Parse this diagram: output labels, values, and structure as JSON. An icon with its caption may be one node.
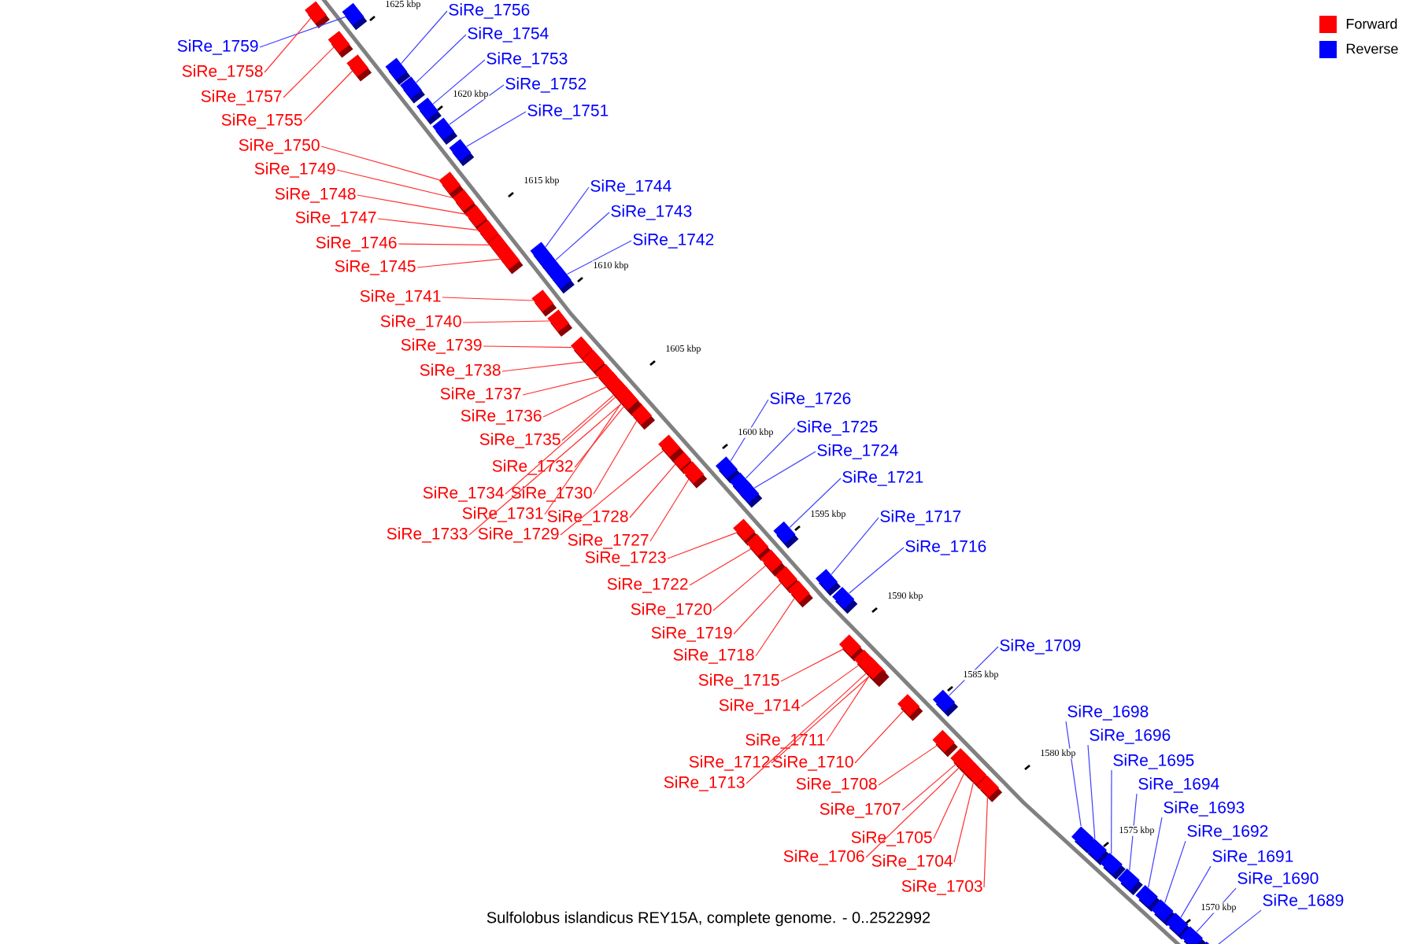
{
  "diagram": {
    "caption": "Sulfolobus islandicus REY15A, complete genome. - 0..2522992",
    "nodes": [
      {
        "text": [
          "SiRe_1756"
        ]
      },
      {
        "text": [
          "SiRe_1754"
        ]
      },
      {
        "text": [
          "SiRe_1759"
        ]
      },
      {
        "text": [
          "SiRe_1753"
        ]
      },
      {
        "text": [
          "SiRe_1758"
        ]
      },
      {
        "text": [
          "SiRe_1752"
        ]
      },
      {
        "text": [
          "SiRe_1757"
        ]
      },
      {
        "text": [
          "SiRe_1751"
        ]
      },
      {
        "text": [
          "SiRe_1755"
        ]
      },
      {
        "text": [
          "SiRe_1750"
        ]
      },
      {
        "text": [
          "SiRe_1749"
        ]
      },
      {
        "text": [
          "SiRe_1744"
        ]
      },
      {
        "text": [
          "SiRe_1748"
        ]
      },
      {
        "text": [
          "SiRe_1743"
        ]
      },
      {
        "text": [
          "SiRe_1747"
        ]
      },
      {
        "text": [
          "SiRe_1742"
        ]
      },
      {
        "text": [
          "SiRe_1746"
        ]
      },
      {
        "text": [
          "SiRe_1745"
        ]
      },
      {
        "text": [
          "SiRe_1741"
        ]
      },
      {
        "text": [
          "SiRe_1740"
        ]
      },
      {
        "text": [
          "SiRe_1739"
        ]
      },
      {
        "text": [
          "SiRe_1738"
        ]
      },
      {
        "text": [
          "SiRe_1737"
        ]
      },
      {
        "text": [
          "SiRe_1726"
        ]
      },
      {
        "text": [
          "SiRe_1736"
        ]
      },
      {
        "text": [
          "SiRe_1725"
        ]
      },
      {
        "text": [
          "SiRe_1735"
        ]
      },
      {
        "text": [
          "SiRe_1724"
        ]
      },
      {
        "text": [
          "SiRe_1732"
        ]
      },
      {
        "text": [
          "SiRe_1721"
        ]
      },
      {
        "text": [
          "SiRe_1734"
        ]
      },
      {
        "text": [
          "SiRe_1730"
        ]
      },
      {
        "text": [
          "SiRe_1731"
        ]
      },
      {
        "text": [
          "SiRe_1728"
        ]
      },
      {
        "text": [
          "SiRe_1717"
        ]
      },
      {
        "text": [
          "SiRe_1733"
        ]
      },
      {
        "text": [
          "SiRe_1729"
        ]
      },
      {
        "text": [
          "SiRe_1727"
        ]
      },
      {
        "text": [
          "SiRe_1716"
        ]
      },
      {
        "text": [
          "SiRe_1723"
        ]
      },
      {
        "text": [
          "SiRe_1722"
        ]
      },
      {
        "text": [
          "SiRe_1720"
        ]
      },
      {
        "text": [
          "SiRe_1719"
        ]
      },
      {
        "text": [
          "SiRe_1709"
        ]
      },
      {
        "text": [
          "SiRe_1718"
        ]
      },
      {
        "text": [
          "SiRe_1715"
        ]
      },
      {
        "text": [
          "SiRe_1714"
        ]
      },
      {
        "text": [
          "SiRe_1698"
        ]
      },
      {
        "text": [
          "SiRe_1696"
        ]
      },
      {
        "text": [
          "SiRe_1711"
        ]
      },
      {
        "text": [
          "SiRe_1695"
        ]
      },
      {
        "text": [
          "SiRe_1712"
        ]
      },
      {
        "text": [
          "SiRe_1710"
        ]
      },
      {
        "text": [
          "SiRe_1713"
        ]
      },
      {
        "text": [
          "SiRe_1694"
        ]
      },
      {
        "text": [
          "SiRe_1708"
        ]
      },
      {
        "text": [
          "SiRe_1693"
        ]
      },
      {
        "text": [
          "SiRe_1707"
        ]
      },
      {
        "text": [
          "SiRe_1692"
        ]
      },
      {
        "text": [
          "SiRe_1705"
        ]
      },
      {
        "text": [
          "SiRe_1706"
        ]
      },
      {
        "text": [
          "SiRe_1691"
        ]
      },
      {
        "text": [
          "SiRe_1704"
        ]
      },
      {
        "text": [
          "SiRe_1690"
        ]
      },
      {
        "text": [
          "SiRe_1703"
        ]
      },
      {
        "text": [
          "SiRe_1689"
        ]
      },
      {
        "text": [],
        "shape": "box"
      },
      {
        "text": [],
        "shape": "box"
      },
      {
        "text": [],
        "shape": "box"
      },
      {
        "text": [],
        "shape": "box"
      },
      {
        "text": [],
        "shape": "box"
      },
      {
        "text": [],
        "shape": "box"
      },
      {
        "text": [],
        "shape": "box"
      },
      {
        "text": [],
        "shape": "box"
      },
      {
        "text": [],
        "shape": "box"
      },
      {
        "text": [],
        "shape": "box"
      },
      {
        "text": [],
        "shape": "box"
      },
      {
        "text": [],
        "shape": "box"
      },
      {
        "text": [],
        "shape": "box"
      },
      {
        "text": [],
        "shape": "box"
      },
      {
        "text": [],
        "shape": "box"
      },
      {
        "text": [],
        "shape": "box"
      },
      {
        "text": [],
        "shape": "box"
      },
      {
        "text": [],
        "shape": "box"
      },
      {
        "text": [],
        "shape": "box"
      },
      {
        "text": [],
        "shape": "box"
      },
      {
        "text": [],
        "shape": "box"
      },
      {
        "text": [],
        "shape": "box"
      },
      {
        "text": [],
        "shape": "box"
      },
      {
        "text": [],
        "shape": "box"
      },
      {
        "text": [],
        "shape": "box"
      },
      {
        "text": [],
        "shape": "box"
      },
      {
        "text": [],
        "shape": "box"
      },
      {
        "text": [],
        "shape": "box"
      },
      {
        "text": [],
        "shape": "box"
      },
      {
        "text": [],
        "shape": "box"
      },
      {
        "text": [],
        "shape": "box"
      },
      {
        "text": [],
        "shape": "box"
      },
      {
        "text": [],
        "shape": "box"
      },
      {
        "text": [],
        "shape": "box"
      },
      {
        "text": [],
        "shape": "box"
      },
      {
        "text": [],
        "shape": "box"
      },
      {
        "text": [],
        "shape": "box"
      },
      {
        "text": [],
        "shape": "box"
      },
      {
        "text": [],
        "shape": "box"
      },
      {
        "text": [],
        "shape": "box"
      },
      {
        "text": [],
        "shape": "box"
      },
      {
        "text": [],
        "shape": "box"
      },
      {
        "text": [],
        "shape": "box"
      },
      {
        "text": [],
        "shape": "box"
      },
      {
        "text": [],
        "shape": "box"
      },
      {
        "text": [],
        "shape": "box"
      },
      {
        "text": [],
        "shape": "box"
      },
      {
        "text": [],
        "shape": "box"
      },
      {
        "text": [],
        "shape": "box"
      },
      {
        "text": [],
        "shape": "box"
      },
      {
        "text": [],
        "shape": "box"
      },
      {
        "text": [],
        "shape": "box"
      },
      {
        "text": [],
        "shape": "box"
      },
      {
        "text": [],
        "shape": "box"
      },
      {
        "text": [],
        "shape": "box"
      },
      {
        "text": [],
        "shape": "box"
      },
      {
        "text": [],
        "shape": "box"
      },
      {
        "text": [],
        "shape": "box"
      },
      {
        "text": [],
        "shape": "box"
      },
      {
        "text": [],
        "shape": "box"
      },
      {
        "text": [],
        "shape": "box"
      },
      {
        "text": [],
        "shape": "box"
      },
      {
        "text": [],
        "shape": "box"
      },
      {
        "text": [],
        "shape": "box"
      },
      {
        "text": [],
        "shape": "box"
      },
      {
        "text": [],
        "shape": "box"
      }
    ],
    "edges": [
      {
        "from": 0,
        "to": 66,
        "arrow": "none",
        "color": "#4040ff"
      },
      {
        "from": 1,
        "to": 67,
        "arrow": "none",
        "color": "#4040ff"
      },
      {
        "from": 2,
        "to": 68,
        "arrow": "none",
        "color": "#4040ff"
      },
      {
        "from": 3,
        "to": 69,
        "arrow": "none",
        "color": "#4040ff"
      },
      {
        "from": 4,
        "to": 70,
        "arrow": "none"
      },
      {
        "from": 5,
        "to": 71,
        "arrow": "none",
        "color": "#4040ff"
      },
      {
        "from": 6,
        "to": 72,
        "arrow": "none"
      },
      {
        "from": 7,
        "to": 73,
        "arrow": "none",
        "color": "#4040ff"
      },
      {
        "from": 8,
        "to": 74,
        "arrow": "none"
      },
      {
        "from": 9,
        "to": 75,
        "arrow": "none"
      },
      {
        "from": 10,
        "to": 76,
        "arrow": "none"
      },
      {
        "from": 11,
        "to": 77,
        "arrow": "none",
        "color": "#4040ff"
      },
      {
        "from": 12,
        "to": 78,
        "arrow": "none"
      },
      {
        "from": 13,
        "to": 79,
        "arrow": "none",
        "color": "#4040ff"
      },
      {
        "from": 14,
        "to": 80,
        "arrow": "none"
      },
      {
        "from": 15,
        "to": 81,
        "arrow": "none",
        "color": "#4040ff"
      },
      {
        "from": 16,
        "to": 82,
        "arrow": "none"
      },
      {
        "from": 17,
        "to": 83,
        "arrow": "none"
      },
      {
        "from": 18,
        "to": 84,
        "arrow": "none"
      },
      {
        "from": 19,
        "to": 85,
        "arrow": "none"
      },
      {
        "from": 20,
        "to": 86,
        "arrow": "none"
      },
      {
        "from": 21,
        "to": 87,
        "arrow": "none"
      },
      {
        "from": 22,
        "to": 88,
        "arrow": "none"
      },
      {
        "from": 23,
        "to": 89,
        "arrow": "none",
        "color": "#4040ff"
      },
      {
        "from": 24,
        "to": 90,
        "arrow": "none"
      },
      {
        "from": 25,
        "to": 91,
        "arrow": "none",
        "color": "#4040ff"
      },
      {
        "from": 26,
        "to": 92,
        "arrow": "none"
      },
      {
        "from": 27,
        "to": 93,
        "arrow": "none",
        "color": "#4040ff"
      },
      {
        "from": 28,
        "to": 94,
        "arrow": "none"
      },
      {
        "from": 29,
        "to": 95,
        "arrow": "none",
        "color": "#4040ff"
      },
      {
        "from": 30,
        "to": 96,
        "arrow": "none"
      },
      {
        "from": 31,
        "to": 97,
        "arrow": "none"
      },
      {
        "from": 32,
        "to": 98,
        "arrow": "none"
      },
      {
        "from": 33,
        "to": 99,
        "arrow": "none"
      },
      {
        "from": 34,
        "to": 100,
        "arrow": "none",
        "color": "#4040ff"
      },
      {
        "from": 35,
        "to": 101,
        "arrow": "none"
      },
      {
        "from": 36,
        "to": 102,
        "arrow": "none"
      },
      {
        "from": 37,
        "to": 103,
        "arrow": "none"
      },
      {
        "from": 38,
        "to": 104,
        "arrow": "none",
        "color": "#4040ff"
      },
      {
        "from": 39,
        "to": 105,
        "arrow": "none"
      },
      {
        "from": 40,
        "to": 106,
        "arrow": "none"
      },
      {
        "from": 41,
        "to": 107,
        "arrow": "none"
      },
      {
        "from": 42,
        "to": 108,
        "arrow": "none"
      },
      {
        "from": 43,
        "to": 109,
        "arrow": "none",
        "color": "#4040ff"
      },
      {
        "from": 44,
        "to": 110,
        "arrow": "none"
      },
      {
        "from": 45,
        "to": 111,
        "arrow": "none"
      },
      {
        "from": 46,
        "to": 112,
        "arrow": "none"
      },
      {
        "from": 47,
        "to": 113,
        "arrow": "none",
        "color": "#4040ff"
      },
      {
        "from": 48,
        "to": 114,
        "arrow": "none",
        "color": "#4040ff"
      },
      {
        "from": 49,
        "to": 115,
        "arrow": "none"
      },
      {
        "from": 50,
        "to": 116,
        "arrow": "none",
        "color": "#4040ff"
      },
      {
        "from": 51,
        "to": 117,
        "arrow": "none"
      },
      {
        "from": 52,
        "to": 118,
        "arrow": "none"
      },
      {
        "from": 53,
        "to": 119,
        "arrow": "none"
      },
      {
        "from": 54,
        "to": 120,
        "arrow": "none",
        "color": "#4040ff"
      },
      {
        "from": 55,
        "to": 121,
        "arrow": "none"
      },
      {
        "from": 56,
        "to": 122,
        "arrow": "none",
        "color": "#4040ff"
      },
      {
        "from": 57,
        "to": 123,
        "arrow": "none"
      },
      {
        "from": 58,
        "to": 124,
        "arrow": "none",
        "color": "#4040ff"
      },
      {
        "from": 59,
        "to": 125,
        "arrow": "none"
      },
      {
        "from": 60,
        "to": 126,
        "arrow": "none"
      },
      {
        "from": 61,
        "to": 127,
        "arrow": "none",
        "color": "#4040ff"
      },
      {
        "from": 62,
        "to": 128,
        "arrow": "none"
      },
      {
        "from": 63,
        "to": 129,
        "arrow": "none",
        "color": "#4040ff"
      },
      {
        "from": 64,
        "to": 130,
        "arrow": "none"
      },
      {
        "from": 65,
        "to": 131,
        "arrow": "none",
        "color": "#4040ff"
      }
    ],
    "labels": [
      "1625 kbp",
      "1620 kbp",
      "1615 kbp",
      "1610 kbp",
      "1605 kbp",
      "1600 kbp",
      "1595 kbp",
      "1590 kbp",
      "1585 kbp",
      "1580 kbp",
      "1575 kbp",
      "1570 kbp"
    ],
    "legend": [
      {
        "text": "Forward",
        "color": "#ff0000"
      },
      {
        "text": "Reverse",
        "color": "#0000ff"
      }
    ]
  }
}
